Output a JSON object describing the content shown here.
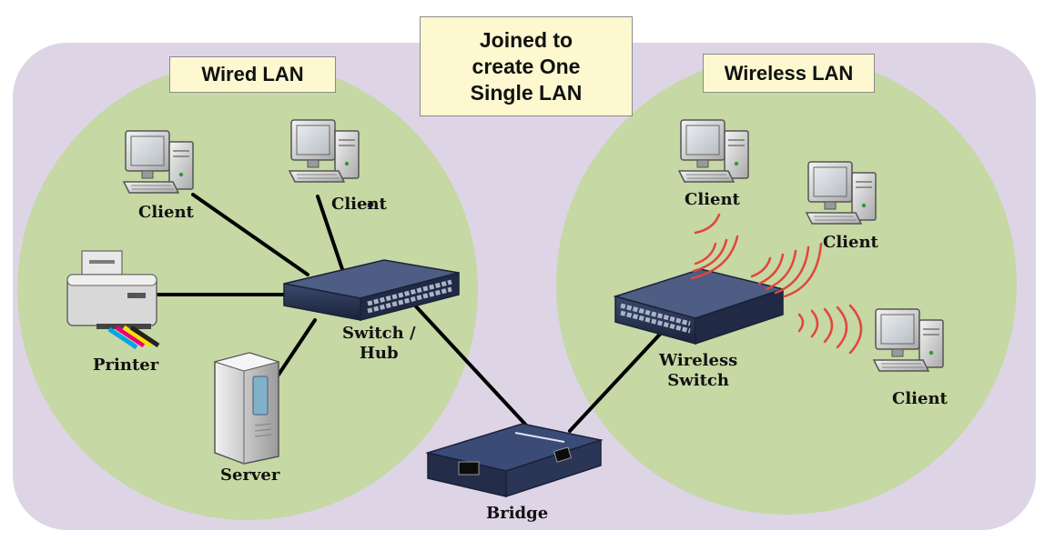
{
  "diagram": {
    "wired_title": "Wired LAN",
    "wireless_title": "Wireless LAN",
    "joined_title": [
      "Joined to",
      "create One",
      "Single LAN"
    ],
    "wired": {
      "client_a": "Client",
      "client_b": "Client",
      "printer": "Printer",
      "switch": [
        "Switch /",
        "Hub"
      ],
      "server": "Server"
    },
    "bridge": "Bridge",
    "wireless": {
      "client_a": "Client",
      "client_b": "Client",
      "client_c": "Client",
      "switch": [
        "Wireless",
        "Switch"
      ]
    }
  },
  "colors": {
    "background": "#ffffff",
    "backdrop": "#ddd5e6",
    "lan_circle": "#c6d8a4",
    "callout": "#fdf8cf",
    "cable": "#000000",
    "wifi_waves": "#e0473c"
  }
}
